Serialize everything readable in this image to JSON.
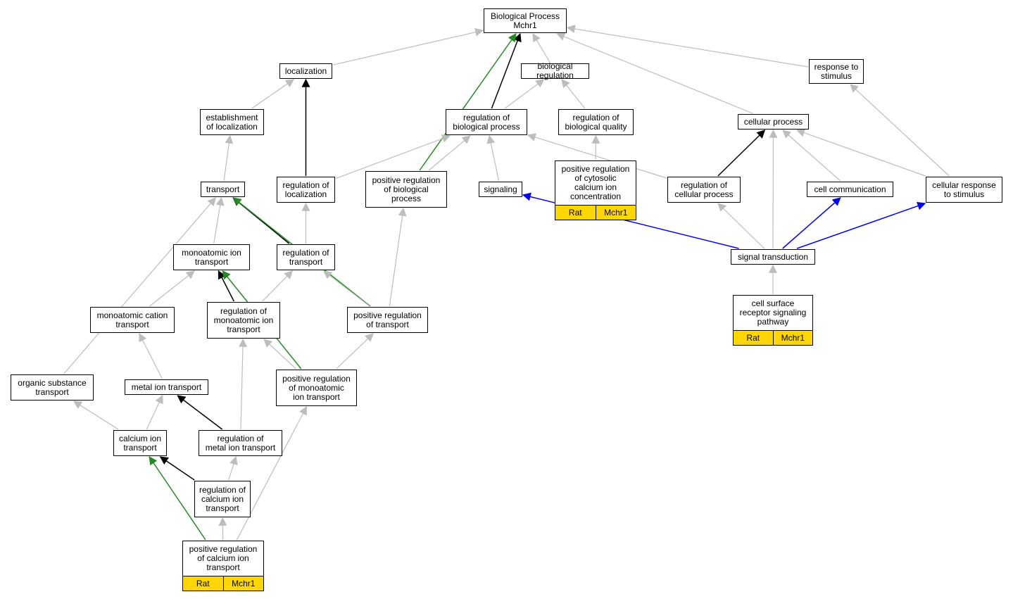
{
  "graph": {
    "colors": {
      "is_a": "#bdbdbd",
      "part_of": "#000000",
      "positively_regulates": "#228b22",
      "regulates_or_signal": "#0000ff",
      "annotation_fill": "#ffd700"
    },
    "nodes": [
      {
        "id": "bp",
        "label": "Biological Process\nMchr1",
        "name": "node-biological-process-mchr1"
      },
      {
        "id": "loc",
        "label": "localization",
        "name": "node-localization"
      },
      {
        "id": "bioreg",
        "label": "biological regulation",
        "name": "node-biological-regulation"
      },
      {
        "id": "resp",
        "label": "response to\nstimulus",
        "name": "node-response-to-stimulus"
      },
      {
        "id": "estloc",
        "label": "establishment\nof localization",
        "name": "node-establishment-of-localization"
      },
      {
        "id": "regbp",
        "label": "regulation of\nbiological process",
        "name": "node-regulation-of-biological-process"
      },
      {
        "id": "regbq",
        "label": "regulation of\nbiological quality",
        "name": "node-regulation-of-biological-quality"
      },
      {
        "id": "cellp",
        "label": "cellular process",
        "name": "node-cellular-process"
      },
      {
        "id": "transport",
        "label": "transport",
        "name": "node-transport"
      },
      {
        "id": "regloc",
        "label": "regulation of\nlocalization",
        "name": "node-regulation-of-localization"
      },
      {
        "id": "posregbp",
        "label": "positive regulation\nof biological\nprocess",
        "name": "node-positive-regulation-of-biological-process"
      },
      {
        "id": "signaling",
        "label": "signaling",
        "name": "node-signaling"
      },
      {
        "id": "posregcyt",
        "label": "positive regulation\nof cytosolic\ncalcium ion\nconcentration",
        "name": "node-positive-regulation-of-cytosolic-calcium-ion-concentration",
        "tags": [
          "Rat",
          "Mchr1"
        ]
      },
      {
        "id": "regcellp",
        "label": "regulation of\ncellular process",
        "name": "node-regulation-of-cellular-process"
      },
      {
        "id": "cellcomm",
        "label": "cell communication",
        "name": "node-cell-communication"
      },
      {
        "id": "cellresp",
        "label": "cellular response\nto stimulus",
        "name": "node-cellular-response-to-stimulus"
      },
      {
        "id": "monoion",
        "label": "monoatomic ion\ntransport",
        "name": "node-monoatomic-ion-transport"
      },
      {
        "id": "regtrans",
        "label": "regulation of\ntransport",
        "name": "node-regulation-of-transport"
      },
      {
        "id": "sigtrans",
        "label": "signal transduction",
        "name": "node-signal-transduction"
      },
      {
        "id": "monocat",
        "label": "monoatomic cation\ntransport",
        "name": "node-monoatomic-cation-transport"
      },
      {
        "id": "regmonoion",
        "label": "regulation of\nmonoatomic ion\ntransport",
        "name": "node-regulation-of-monoatomic-ion-transport"
      },
      {
        "id": "posregtrans",
        "label": "positive regulation\nof transport",
        "name": "node-positive-regulation-of-transport"
      },
      {
        "id": "cellsurf",
        "label": "cell surface\nreceptor signaling\npathway",
        "name": "node-cell-surface-receptor-signaling-pathway",
        "tags": [
          "Rat",
          "Mchr1"
        ]
      },
      {
        "id": "orgsub",
        "label": "organic substance\ntransport",
        "name": "node-organic-substance-transport"
      },
      {
        "id": "metalion",
        "label": "metal ion transport",
        "name": "node-metal-ion-transport"
      },
      {
        "id": "posregmono",
        "label": "positive regulation\nof monoatomic\nion transport",
        "name": "node-positive-regulation-of-monoatomic-ion-transport"
      },
      {
        "id": "caion",
        "label": "calcium ion\ntransport",
        "name": "node-calcium-ion-transport"
      },
      {
        "id": "regmetal",
        "label": "regulation of\nmetal ion transport",
        "name": "node-regulation-of-metal-ion-transport"
      },
      {
        "id": "regcaion",
        "label": "regulation of\ncalcium ion\ntransport",
        "name": "node-regulation-of-calcium-ion-transport"
      },
      {
        "id": "posregca",
        "label": "positive regulation\nof calcium ion\ntransport",
        "name": "node-positive-regulation-of-calcium-ion-transport",
        "tags": [
          "Rat",
          "Mchr1"
        ]
      }
    ],
    "edges": [
      {
        "from": "loc",
        "to": "bp",
        "kind": "is_a"
      },
      {
        "from": "bioreg",
        "to": "bp",
        "kind": "is_a"
      },
      {
        "from": "resp",
        "to": "bp",
        "kind": "is_a"
      },
      {
        "from": "cellp",
        "to": "bp",
        "kind": "is_a"
      },
      {
        "from": "regbp",
        "to": "bp",
        "kind": "part_of"
      },
      {
        "from": "posregbp",
        "to": "bp",
        "kind": "positively_regulates"
      },
      {
        "from": "estloc",
        "to": "loc",
        "kind": "is_a"
      },
      {
        "from": "regloc",
        "to": "loc",
        "kind": "part_of"
      },
      {
        "from": "regbp",
        "to": "bioreg",
        "kind": "is_a"
      },
      {
        "from": "regbq",
        "to": "bioreg",
        "kind": "is_a"
      },
      {
        "from": "transport",
        "to": "estloc",
        "kind": "is_a"
      },
      {
        "from": "regloc",
        "to": "regbp",
        "kind": "is_a"
      },
      {
        "from": "posregbp",
        "to": "regbp",
        "kind": "is_a"
      },
      {
        "from": "signaling",
        "to": "regbp",
        "kind": "is_a"
      },
      {
        "from": "regcellp",
        "to": "regbp",
        "kind": "is_a"
      },
      {
        "from": "posregcyt",
        "to": "regbq",
        "kind": "is_a"
      },
      {
        "from": "regcellp",
        "to": "cellp",
        "kind": "part_of"
      },
      {
        "from": "cellcomm",
        "to": "cellp",
        "kind": "is_a"
      },
      {
        "from": "cellresp",
        "to": "cellp",
        "kind": "is_a"
      },
      {
        "from": "sigtrans",
        "to": "cellp",
        "kind": "is_a"
      },
      {
        "from": "cellresp",
        "to": "resp",
        "kind": "is_a"
      },
      {
        "from": "monoion",
        "to": "transport",
        "kind": "is_a"
      },
      {
        "from": "regtrans",
        "to": "transport",
        "kind": "part_of"
      },
      {
        "from": "posregtrans",
        "to": "transport",
        "kind": "positively_regulates"
      },
      {
        "from": "orgsub",
        "to": "transport",
        "kind": "is_a"
      },
      {
        "from": "regtrans",
        "to": "regloc",
        "kind": "is_a"
      },
      {
        "from": "posregtrans",
        "to": "posregbp",
        "kind": "is_a"
      },
      {
        "from": "sigtrans",
        "to": "signaling",
        "kind": "regulates_or_signal"
      },
      {
        "from": "sigtrans",
        "to": "regcellp",
        "kind": "is_a"
      },
      {
        "from": "sigtrans",
        "to": "cellcomm",
        "kind": "regulates_or_signal"
      },
      {
        "from": "sigtrans",
        "to": "cellresp",
        "kind": "regulates_or_signal"
      },
      {
        "from": "monocat",
        "to": "monoion",
        "kind": "is_a"
      },
      {
        "from": "regmonoion",
        "to": "monoion",
        "kind": "part_of"
      },
      {
        "from": "posregmono",
        "to": "monoion",
        "kind": "positively_regulates"
      },
      {
        "from": "regmonoion",
        "to": "regtrans",
        "kind": "is_a"
      },
      {
        "from": "posregtrans",
        "to": "regtrans",
        "kind": "is_a"
      },
      {
        "from": "cellsurf",
        "to": "sigtrans",
        "kind": "is_a"
      },
      {
        "from": "metalion",
        "to": "monocat",
        "kind": "is_a"
      },
      {
        "from": "regmetal",
        "to": "regmonoion",
        "kind": "is_a"
      },
      {
        "from": "posregmono",
        "to": "regmonoion",
        "kind": "is_a"
      },
      {
        "from": "posregmono",
        "to": "posregtrans",
        "kind": "is_a"
      },
      {
        "from": "caion",
        "to": "orgsub",
        "kind": "is_a"
      },
      {
        "from": "caion",
        "to": "metalion",
        "kind": "is_a"
      },
      {
        "from": "regmetal",
        "to": "metalion",
        "kind": "part_of"
      },
      {
        "from": "regcaion",
        "to": "caion",
        "kind": "part_of"
      },
      {
        "from": "posregca",
        "to": "caion",
        "kind": "positively_regulates"
      },
      {
        "from": "regcaion",
        "to": "regmetal",
        "kind": "is_a"
      },
      {
        "from": "posregca",
        "to": "regcaion",
        "kind": "is_a"
      },
      {
        "from": "posregca",
        "to": "posregmono",
        "kind": "is_a"
      }
    ]
  }
}
